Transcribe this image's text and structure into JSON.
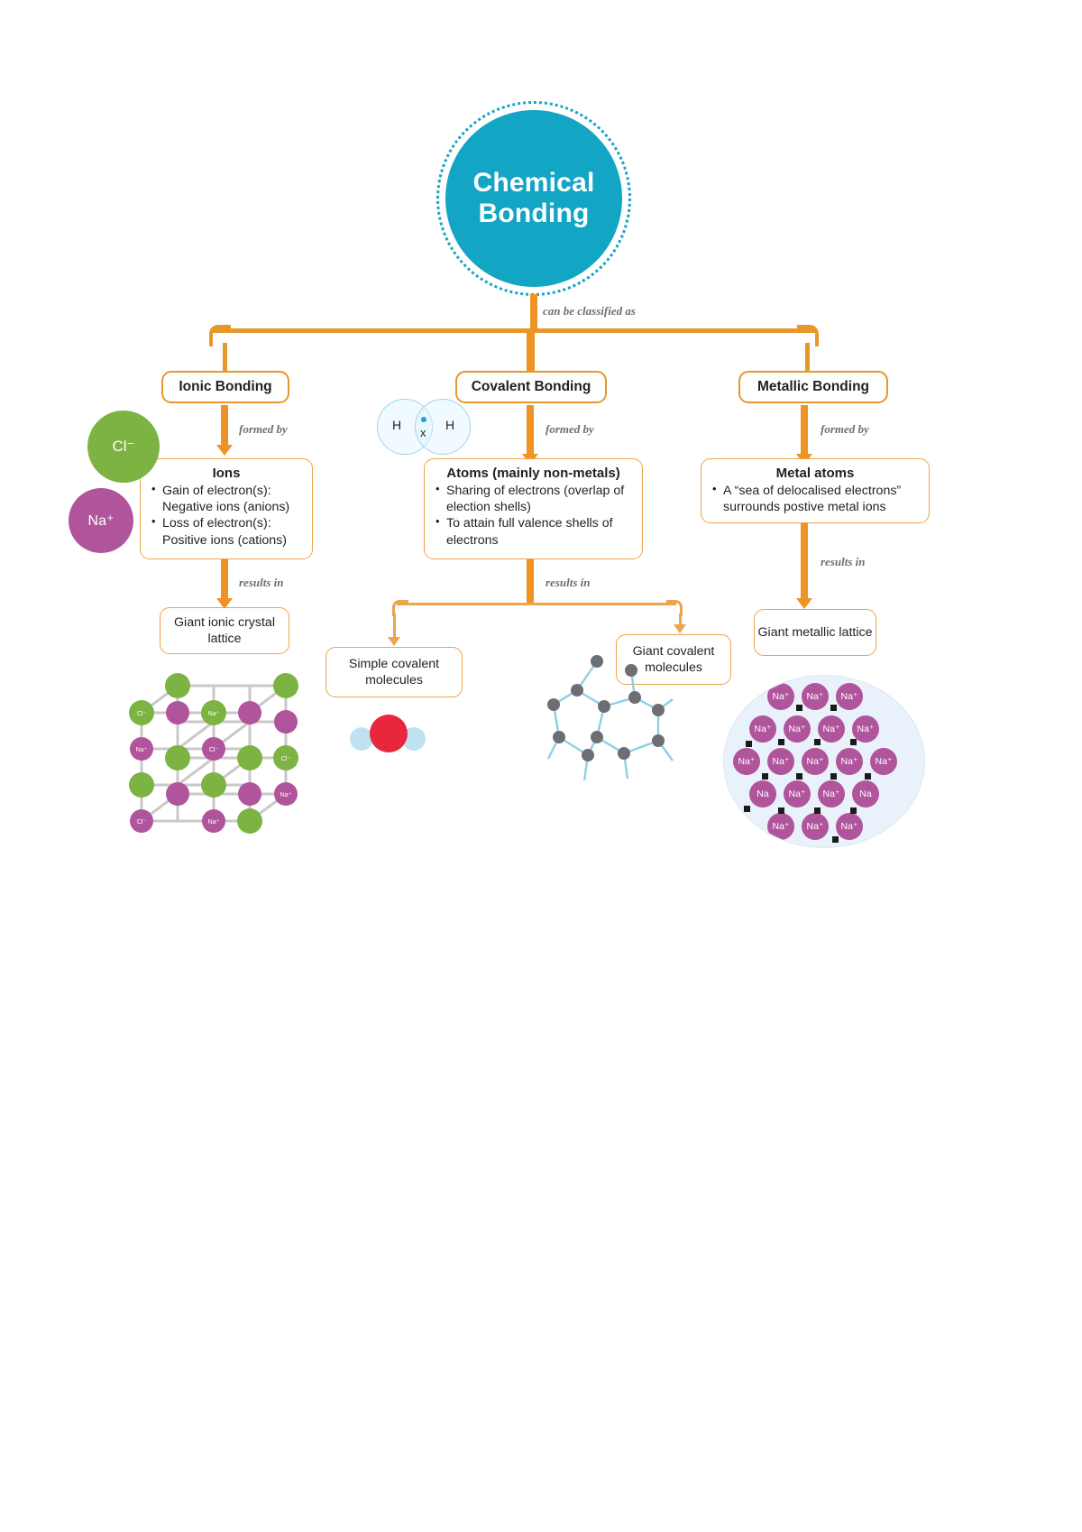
{
  "page": {
    "title": "Chemical Bonding",
    "colors": {
      "hub": "#12a5c4",
      "connector": "#ef9324",
      "box_border": "#eda44a",
      "text": "#231f20",
      "edge_label": "#6d6e71",
      "chloride": "#7cb342",
      "sodium": "#b0549c",
      "oxygen": "#e8263c",
      "hydrogen": "#bfe2f2",
      "electron": "#1a1a1a",
      "sea_background": "#e9f2fa"
    }
  },
  "hub": {
    "label_line1": "Chemical",
    "label_line2": "Bonding"
  },
  "edges": {
    "classified": "can be classified as",
    "formed_by": "formed by",
    "results_in": "results in"
  },
  "branches": [
    {
      "id": "ionic",
      "title": "Ionic Bonding",
      "formed_by_label": "formed by",
      "detail": {
        "heading": "Ions",
        "bullets": [
          "Gain of electron(s): Negative ions (anions)",
          "Loss of electron(s): Positive ions (cations)"
        ]
      },
      "results_label": "results in",
      "results": [
        {
          "label": "Giant ionic crystal lattice"
        }
      ],
      "illustration": {
        "name": "ionic-lattice",
        "ions": [
          "Cl⁻",
          "Na⁺"
        ]
      }
    },
    {
      "id": "covalent",
      "title": "Covalent Bonding",
      "formed_by_label": "formed by",
      "detail": {
        "heading": "Atoms (mainly non-metals)",
        "bullets": [
          "Sharing of electrons (overlap of election shells)",
          "To attain full valence shells of electrons"
        ]
      },
      "results_label": "results in",
      "results": [
        {
          "label": "Simple covalent molecules"
        },
        {
          "label": "Giant covalent molecules"
        }
      ],
      "illustration": {
        "name": "orbital-overlap",
        "atom_left": "H",
        "atom_right": "H",
        "shared_mark": "x"
      }
    },
    {
      "id": "metallic",
      "title": "Metallic Bonding",
      "formed_by_label": "formed by",
      "detail": {
        "heading": "Metal atoms",
        "bullets": [
          "A “sea of delocalised electrons” surrounds postive metal ions"
        ]
      },
      "results_label": "results in",
      "results": [
        {
          "label": "Giant metallic lattice"
        }
      ],
      "illustration": {
        "name": "electron-sea",
        "ion_label": "Na⁺",
        "ion_label_plain": "Na"
      }
    }
  ],
  "ionic_lattice_labels": [
    "Cl⁻",
    "Na⁺",
    "Cl⁻",
    "Na⁺",
    "Cl⁻",
    "Na⁺",
    "Cl⁻",
    "Na⁺"
  ],
  "sea_ion_labels": [
    "Na⁺",
    "Na⁺",
    "Na⁺",
    "Na⁺",
    "Na⁺",
    "Na⁺",
    "Na⁺",
    "Na⁺",
    "Na⁺",
    "Na⁺",
    "Na⁺",
    "Na⁺",
    "Na",
    "Na⁺",
    "Na⁺",
    "Na",
    "Na⁺",
    "Na⁺",
    "Na⁺"
  ]
}
